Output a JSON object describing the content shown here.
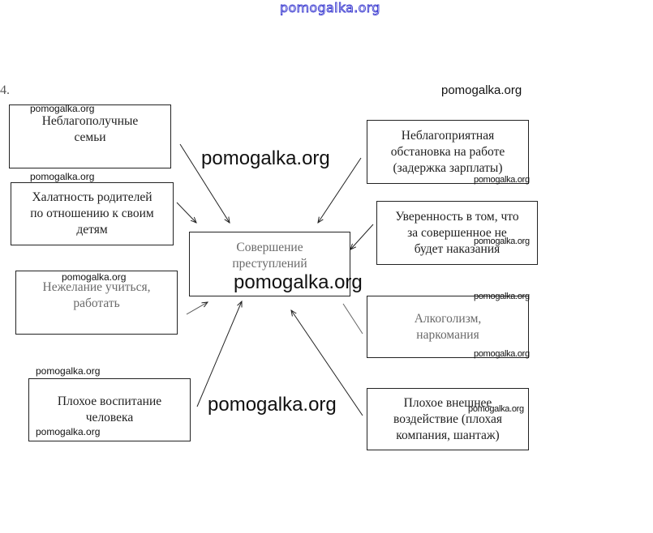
{
  "diagram": {
    "task_number": "4.",
    "center": {
      "id": "crime",
      "lines": [
        "Совершение",
        "преступлений"
      ]
    },
    "causes": [
      {
        "id": "families",
        "lines": [
          "Неблагополучные",
          "семьи"
        ]
      },
      {
        "id": "negligence",
        "lines": [
          "Халатность родителей",
          "по отношению к своим",
          "детям"
        ]
      },
      {
        "id": "unwilling",
        "lines": [
          "Нежелание учиться,",
          "работать"
        ]
      },
      {
        "id": "upbringing",
        "lines": [
          "Плохое воспитание",
          "человека"
        ]
      },
      {
        "id": "work",
        "lines": [
          "Неблагоприятная",
          "обстановка на работе",
          "(задержка зарплаты)"
        ]
      },
      {
        "id": "impunity",
        "lines": [
          "Уверенность в том, что",
          "за совершенное не",
          "будет наказания"
        ]
      },
      {
        "id": "alcohol",
        "lines": [
          "Алкоголизм,",
          "наркомания"
        ]
      },
      {
        "id": "influence",
        "lines": [
          "Плохое внешнее",
          "воздействие (плохая",
          "компания, шантаж)"
        ]
      }
    ],
    "edges": [
      {
        "from": "families",
        "to": "crime"
      },
      {
        "from": "negligence",
        "to": "crime"
      },
      {
        "from": "unwilling",
        "to": "crime"
      },
      {
        "from": "upbringing",
        "to": "crime"
      },
      {
        "from": "work",
        "to": "crime"
      },
      {
        "from": "impunity",
        "to": "crime"
      },
      {
        "from": "alcohol",
        "to": "crime"
      },
      {
        "from": "influence",
        "to": "crime"
      }
    ]
  },
  "watermarks": {
    "text": "pomogalka.org",
    "header_color": "#3a3ad0"
  }
}
